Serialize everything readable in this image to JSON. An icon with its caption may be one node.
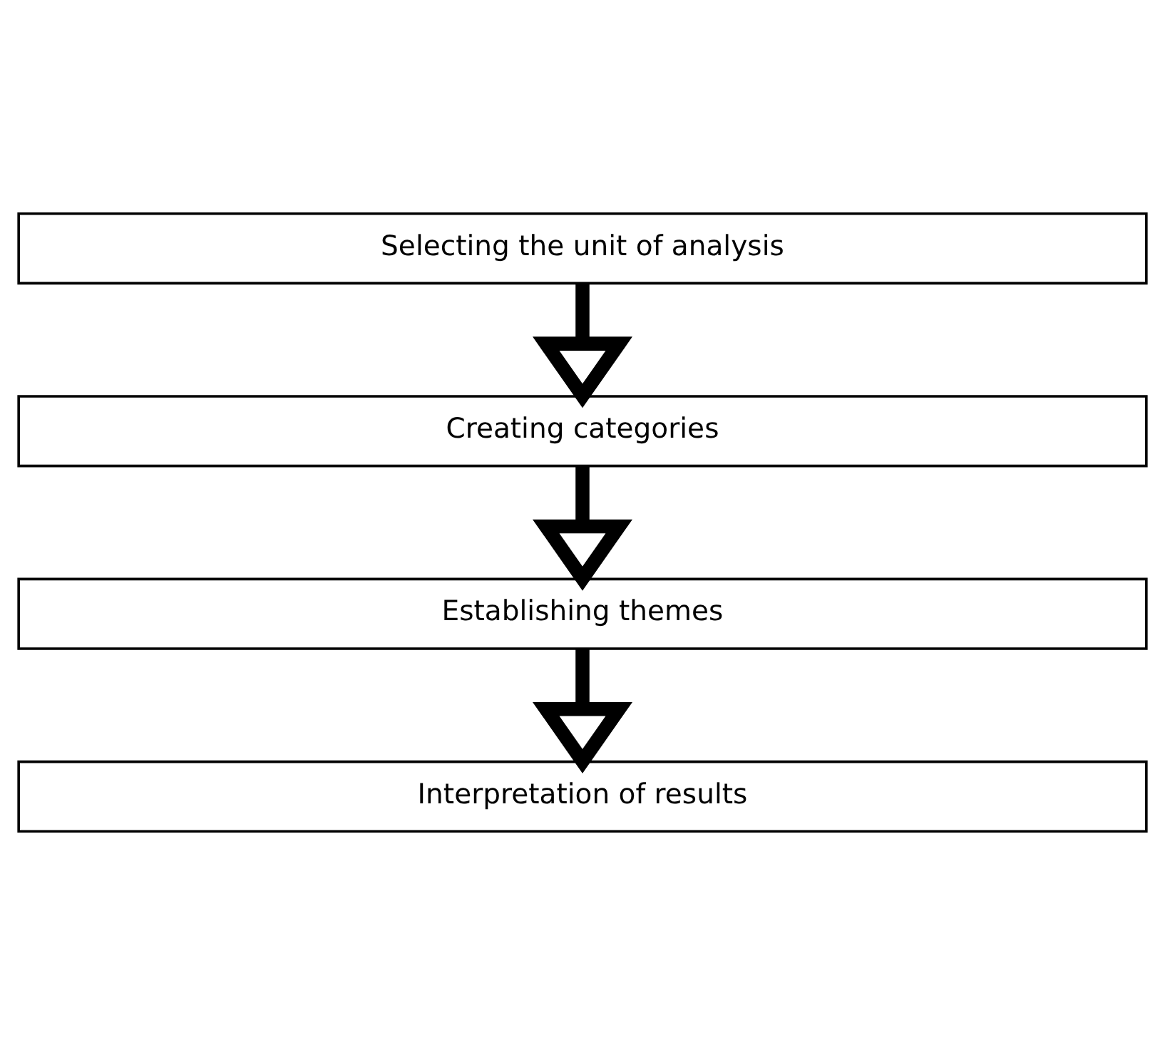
{
  "diagram": {
    "nodes": [
      {
        "text": [
          "Selecting the unit of analysis"
        ]
      },
      {
        "text": [
          "Creating categories"
        ]
      },
      {
        "text": [
          "Establishing themes"
        ]
      },
      {
        "text": [
          "Interpretation of results"
        ]
      }
    ],
    "edges": [
      {
        "from": 0,
        "to": 1,
        "arrow": "to"
      },
      {
        "from": 1,
        "to": 2,
        "arrow": "to"
      },
      {
        "from": 2,
        "to": 3,
        "arrow": "to"
      }
    ]
  }
}
